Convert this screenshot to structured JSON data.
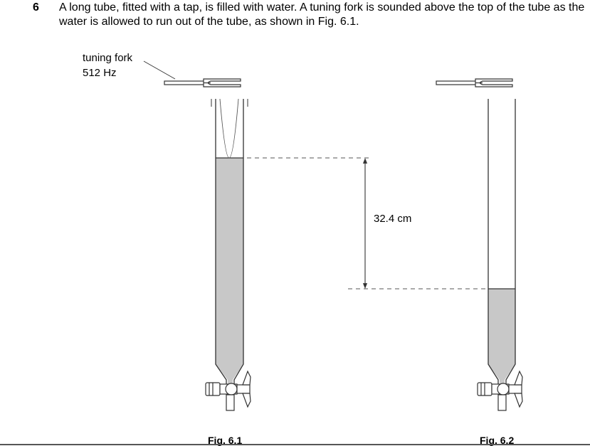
{
  "question": {
    "number": "6",
    "text": "A long tube, fitted with a tap, is filled with water. A tuning fork is sounded above the top of the tube as the water is allowed to run out of the tube, as shown in Fig. 6.1."
  },
  "diagram": {
    "fork_label": "tuning fork",
    "frequency_label": "512 Hz",
    "distance_label": "32.4 cm",
    "figure_1_caption": "Fig. 6.1",
    "figure_2_caption": "Fig. 6.2"
  },
  "colors": {
    "water": "#c8c8c8",
    "line": "#333333",
    "dashed": "#555555"
  }
}
